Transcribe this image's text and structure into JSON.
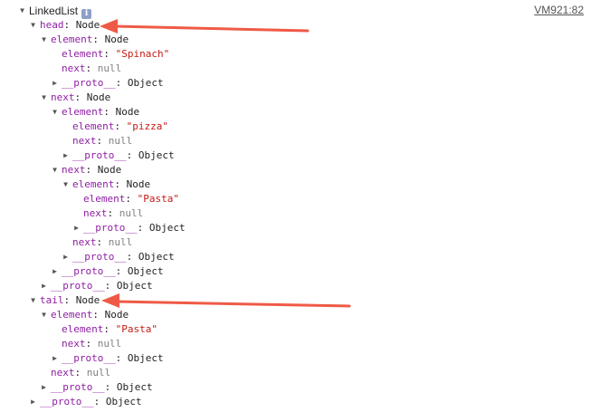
{
  "console": {
    "source_link": "VM921:82",
    "root_label": "LinkedList",
    "info_icon_glyph": "i",
    "arrow_color": "#ef5a47",
    "rows": [
      {
        "id": "root",
        "toggle": "expanded",
        "key": "",
        "sep": "",
        "value": "LinkedList",
        "vtype": "root"
      },
      {
        "id": "head",
        "toggle": "expanded",
        "key": "head",
        "sep": ":",
        "value": "Node",
        "vtype": "object"
      },
      {
        "id": "head-element",
        "toggle": "expanded",
        "key": "element",
        "sep": ":",
        "value": "Node",
        "vtype": "object"
      },
      {
        "id": "head-element-element",
        "toggle": "",
        "key": "element",
        "sep": ":",
        "value": "\"Spinach\"",
        "vtype": "string"
      },
      {
        "id": "head-element-next",
        "toggle": "",
        "key": "next",
        "sep": ":",
        "value": "null",
        "vtype": "null"
      },
      {
        "id": "head-element-proto",
        "toggle": "collapsed",
        "key": "__proto__",
        "sep": ":",
        "value": "Object",
        "vtype": "object"
      },
      {
        "id": "head-next",
        "toggle": "expanded",
        "key": "next",
        "sep": ":",
        "value": "Node",
        "vtype": "object"
      },
      {
        "id": "head-next-element",
        "toggle": "expanded",
        "key": "element",
        "sep": ":",
        "value": "Node",
        "vtype": "object"
      },
      {
        "id": "head-next-element-element",
        "toggle": "",
        "key": "element",
        "sep": ":",
        "value": "\"pizza\"",
        "vtype": "string"
      },
      {
        "id": "head-next-element-next",
        "toggle": "",
        "key": "next",
        "sep": ":",
        "value": "null",
        "vtype": "null"
      },
      {
        "id": "head-next-element-proto",
        "toggle": "collapsed",
        "key": "__proto__",
        "sep": ":",
        "value": "Object",
        "vtype": "object"
      },
      {
        "id": "head-next-next",
        "toggle": "expanded",
        "key": "next",
        "sep": ":",
        "value": "Node",
        "vtype": "object"
      },
      {
        "id": "head-next-next-element",
        "toggle": "expanded",
        "key": "element",
        "sep": ":",
        "value": "Node",
        "vtype": "object"
      },
      {
        "id": "head-next-next-element-element",
        "toggle": "",
        "key": "element",
        "sep": ":",
        "value": "\"Pasta\"",
        "vtype": "string"
      },
      {
        "id": "head-next-next-element-next",
        "toggle": "",
        "key": "next",
        "sep": ":",
        "value": "null",
        "vtype": "null"
      },
      {
        "id": "head-next-next-element-proto",
        "toggle": "collapsed",
        "key": "__proto__",
        "sep": ":",
        "value": "Object",
        "vtype": "object"
      },
      {
        "id": "head-next-next-next",
        "toggle": "",
        "key": "next",
        "sep": ":",
        "value": "null",
        "vtype": "null"
      },
      {
        "id": "head-next-next-proto",
        "toggle": "collapsed",
        "key": "__proto__",
        "sep": ":",
        "value": "Object",
        "vtype": "object"
      },
      {
        "id": "head-next-proto",
        "toggle": "collapsed",
        "key": "__proto__",
        "sep": ":",
        "value": "Object",
        "vtype": "object"
      },
      {
        "id": "head-proto",
        "toggle": "collapsed",
        "key": "__proto__",
        "sep": ":",
        "value": "Object",
        "vtype": "object"
      },
      {
        "id": "tail",
        "toggle": "expanded",
        "key": "tail",
        "sep": ":",
        "value": "Node",
        "vtype": "object"
      },
      {
        "id": "tail-element",
        "toggle": "expanded",
        "key": "element",
        "sep": ":",
        "value": "Node",
        "vtype": "object"
      },
      {
        "id": "tail-element-element",
        "toggle": "",
        "key": "element",
        "sep": ":",
        "value": "\"Pasta\"",
        "vtype": "string"
      },
      {
        "id": "tail-element-next",
        "toggle": "",
        "key": "next",
        "sep": ":",
        "value": "null",
        "vtype": "null"
      },
      {
        "id": "tail-element-proto",
        "toggle": "collapsed",
        "key": "__proto__",
        "sep": ":",
        "value": "Object",
        "vtype": "object"
      },
      {
        "id": "tail-next",
        "toggle": "",
        "key": "next",
        "sep": ":",
        "value": "null",
        "vtype": "null"
      },
      {
        "id": "tail-proto",
        "toggle": "collapsed",
        "key": "__proto__",
        "sep": ":",
        "value": "Object",
        "vtype": "object"
      },
      {
        "id": "root-proto",
        "toggle": "collapsed",
        "key": "__proto__",
        "sep": ":",
        "value": "Object",
        "vtype": "object"
      }
    ]
  }
}
